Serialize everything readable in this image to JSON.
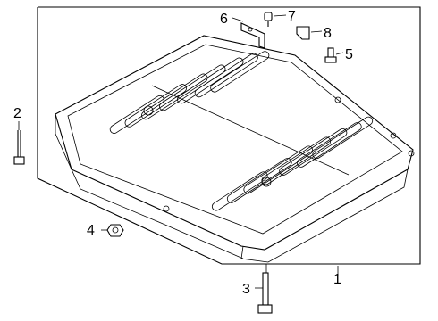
{
  "diagram": {
    "callouts": [
      {
        "id": "1",
        "label": "1"
      },
      {
        "id": "2",
        "label": "2"
      },
      {
        "id": "3",
        "label": "3"
      },
      {
        "id": "4",
        "label": "4"
      },
      {
        "id": "5",
        "label": "5"
      },
      {
        "id": "6",
        "label": "6"
      },
      {
        "id": "7",
        "label": "7"
      },
      {
        "id": "8",
        "label": "8"
      }
    ],
    "parts": [
      {
        "callout": "1",
        "name": "battery-tray-assembly"
      },
      {
        "callout": "2",
        "name": "bolt-long"
      },
      {
        "callout": "3",
        "name": "bolt"
      },
      {
        "callout": "4",
        "name": "nut"
      },
      {
        "callout": "5",
        "name": "screw"
      },
      {
        "callout": "6",
        "name": "bracket"
      },
      {
        "callout": "7",
        "name": "clip-bolt"
      },
      {
        "callout": "8",
        "name": "clip"
      }
    ]
  }
}
